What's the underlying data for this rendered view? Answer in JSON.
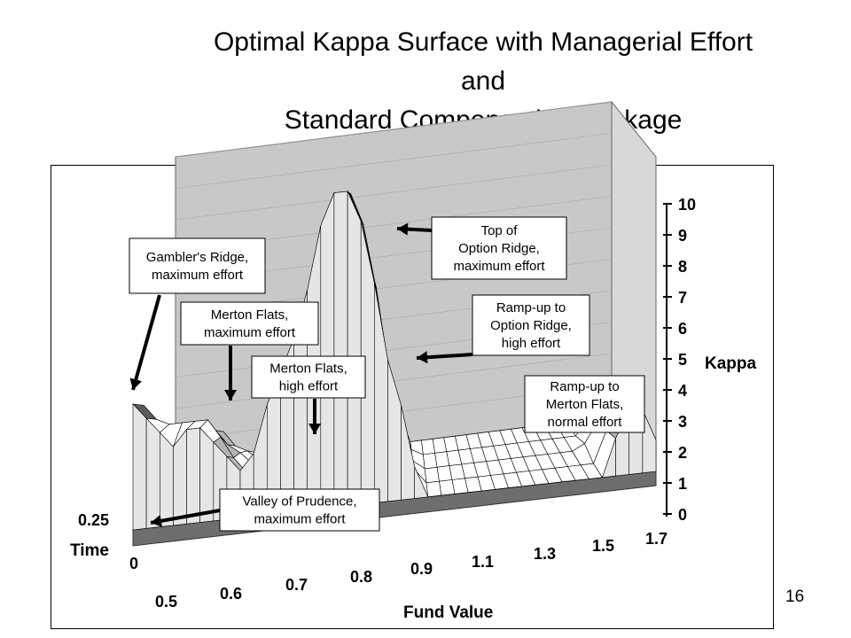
{
  "slide": {
    "title_lines": [
      "Optimal Kappa Surface with Managerial Effort",
      "and",
      "Standard Compensation Package"
    ],
    "page_number": "16"
  },
  "chart_data": {
    "type": "surface",
    "title": "Optimal Kappa Surface with Managerial Effort and Standard Compensation Package",
    "xlabel": "Fund Value",
    "ylabel": "Time",
    "zlabel": "Kappa",
    "x_ticks": [
      "0.5",
      "0.6",
      "0.7",
      "0.8",
      "0.9",
      "1.1",
      "1.3",
      "1.5",
      "1.7"
    ],
    "y_ticks": [
      "0",
      "0.25"
    ],
    "z_ticks": [
      "0",
      "1",
      "2",
      "3",
      "4",
      "5",
      "6",
      "7",
      "8",
      "9",
      "10"
    ],
    "zlim": [
      0,
      10
    ],
    "series": [
      {
        "values": [
          4,
          3.5,
          3,
          2.5,
          3,
          3,
          2.5,
          2,
          1.5,
          2,
          3.5,
          4.5,
          5.5,
          7,
          9,
          10,
          10,
          9,
          7,
          4.5,
          3,
          1,
          0,
          0,
          0,
          0,
          0,
          0,
          0,
          0,
          0,
          0,
          0,
          0,
          0,
          0,
          1.2,
          2,
          2,
          1
        ]
      },
      {
        "values": [
          3.5,
          3,
          2.8,
          2.8,
          2.8,
          2.8,
          2.2,
          1.5,
          1,
          1.5,
          3,
          4,
          5,
          6.5,
          8.5,
          9.5,
          9.5,
          8.5,
          6.5,
          4,
          2.5,
          0.5,
          0,
          0,
          0,
          0,
          0,
          0,
          0,
          0,
          0,
          0,
          0,
          0,
          0,
          0,
          1,
          1.8,
          1.8,
          0.8
        ]
      },
      {
        "values": [
          2.5,
          2.2,
          2.2,
          2.2,
          2.2,
          2,
          1.5,
          1.2,
          0.8,
          1.2,
          2.5,
          3.5,
          4.5,
          6,
          8,
          9,
          9,
          8,
          6,
          3.5,
          2,
          0.3,
          0,
          0,
          0,
          0,
          0,
          0,
          0,
          0,
          0,
          0,
          0,
          0,
          0,
          0.2,
          0.8,
          1.5,
          1.5,
          0.5
        ]
      },
      {
        "values": [
          1.5,
          1.5,
          1.5,
          1.5,
          1.5,
          1.5,
          1,
          0.8,
          0.5,
          1,
          2,
          3,
          4,
          5.5,
          7,
          8,
          8,
          7,
          5.5,
          3,
          1.5,
          0.2,
          0,
          0,
          0,
          0,
          0,
          0,
          0,
          0,
          0,
          0,
          0,
          0,
          0,
          0,
          0.5,
          1,
          1,
          0.3
        ]
      },
      {
        "values": [
          0.5,
          0.5,
          0.5,
          0.5,
          0.5,
          0.5,
          0.4,
          0.3,
          0.2,
          0.5,
          1.5,
          2.5,
          3,
          4,
          5.5,
          6.5,
          6.5,
          5.5,
          4,
          2.5,
          1,
          0,
          0,
          0,
          0,
          0,
          0,
          0,
          0,
          0,
          0,
          0,
          0,
          0,
          0,
          0,
          0.3,
          0.5,
          0.5,
          0
        ]
      }
    ],
    "annotations": [
      {
        "lines": [
          "Gambler's Ridge,",
          "maximum effort"
        ]
      },
      {
        "lines": [
          "Merton Flats,",
          "maximum effort"
        ]
      },
      {
        "lines": [
          "Merton Flats,",
          "high effort"
        ]
      },
      {
        "lines": [
          "Top of",
          "Option Ridge,",
          "maximum effort"
        ]
      },
      {
        "lines": [
          "Ramp-up to",
          "Option Ridge,",
          "high effort"
        ]
      },
      {
        "lines": [
          "Ramp-up to",
          "Merton Flats,",
          "normal effort"
        ]
      },
      {
        "lines": [
          "Valley of Prudence,",
          "maximum effort"
        ]
      }
    ],
    "colors": {
      "wall": "#c8c8c8",
      "floor": "#8c8c8c",
      "band_light": "#ffffff",
      "band_mid": "#b4b4b4",
      "band_dark": "#5a5a5a",
      "band_black": "#1e1e1e"
    },
    "legend": "none",
    "grid": true
  }
}
